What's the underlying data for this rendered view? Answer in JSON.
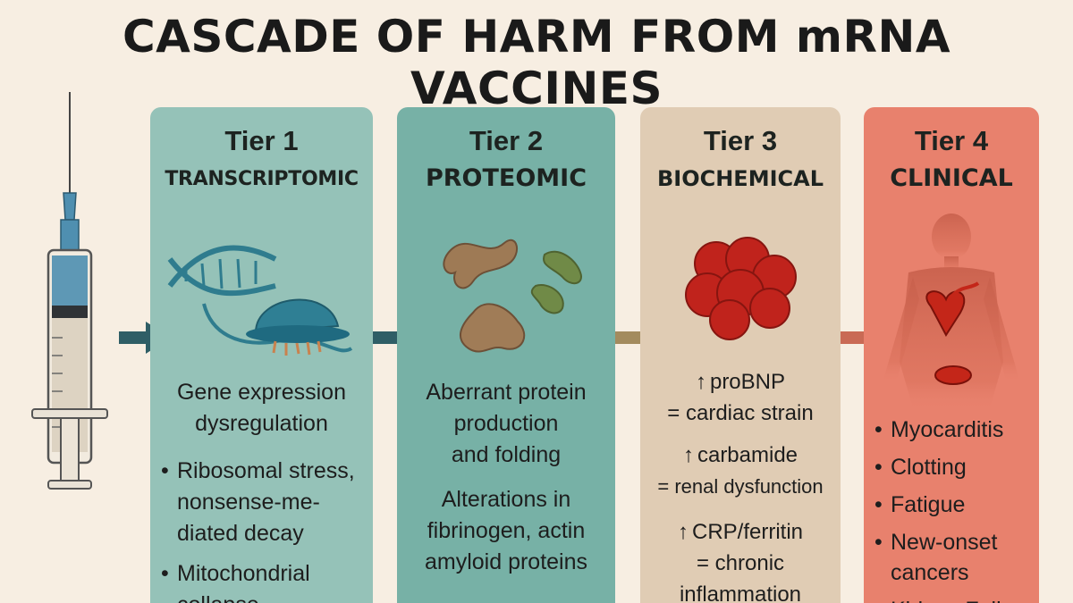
{
  "title": "CASCADE OF HARM FROM mRNA VACCINES",
  "tiers": [
    {
      "tier": "Tier 1",
      "name": "TRANSCRIPTOMIC",
      "icon": "dna-ribosome-icon",
      "headline": [
        "Gene expression",
        "dysregulation"
      ],
      "bullets": [
        [
          "Ribosomal stress,",
          "nonsense-me-",
          "diated decay"
        ],
        [
          "Mitochondrial",
          "collapse"
        ]
      ]
    },
    {
      "tier": "Tier 2",
      "name": "PROTEOMIC",
      "icon": "misfolded-protein-icon",
      "paragraphs": [
        [
          "Aberrant protein",
          "production",
          "and folding"
        ],
        [
          "Alterations in",
          "fibrinogen, actin",
          "amyloid proteins"
        ]
      ]
    },
    {
      "tier": "Tier 3",
      "name": "BIOCHEMICAL",
      "icon": "blood-cells-icon",
      "markers": [
        {
          "arrow": "↑",
          "label": "proBNP",
          "meaning": "= cardiac strain"
        },
        {
          "arrow": "↑",
          "label": "carbamide",
          "meaning": "= renal dysfunction"
        },
        {
          "arrow": "↑",
          "label": "CRP/ferritin",
          "meaning": [
            "= chronic",
            "inflammation"
          ]
        }
      ]
    },
    {
      "tier": "Tier 4",
      "name": "CLINICAL",
      "icon": "human-body-heart-icon",
      "bullets": [
        [
          "Myocarditis"
        ],
        [
          "Clotting"
        ],
        [
          "Fatigue"
        ],
        [
          "New-onset",
          "cancers"
        ],
        [
          "Kidney Failure"
        ]
      ]
    }
  ],
  "colors": {
    "background": "#f7eee2",
    "tier1": "#95c2b8",
    "tier2": "#77b1a6",
    "tier3": "#e0ccb4",
    "tier4": "#e8816d",
    "arrow1": "#2f5e66",
    "arrow3": "#a38b5e",
    "arrow4": "#c96a55"
  },
  "icons": {
    "syringe": "syringe-icon",
    "arrow": "right-arrow-icon"
  }
}
